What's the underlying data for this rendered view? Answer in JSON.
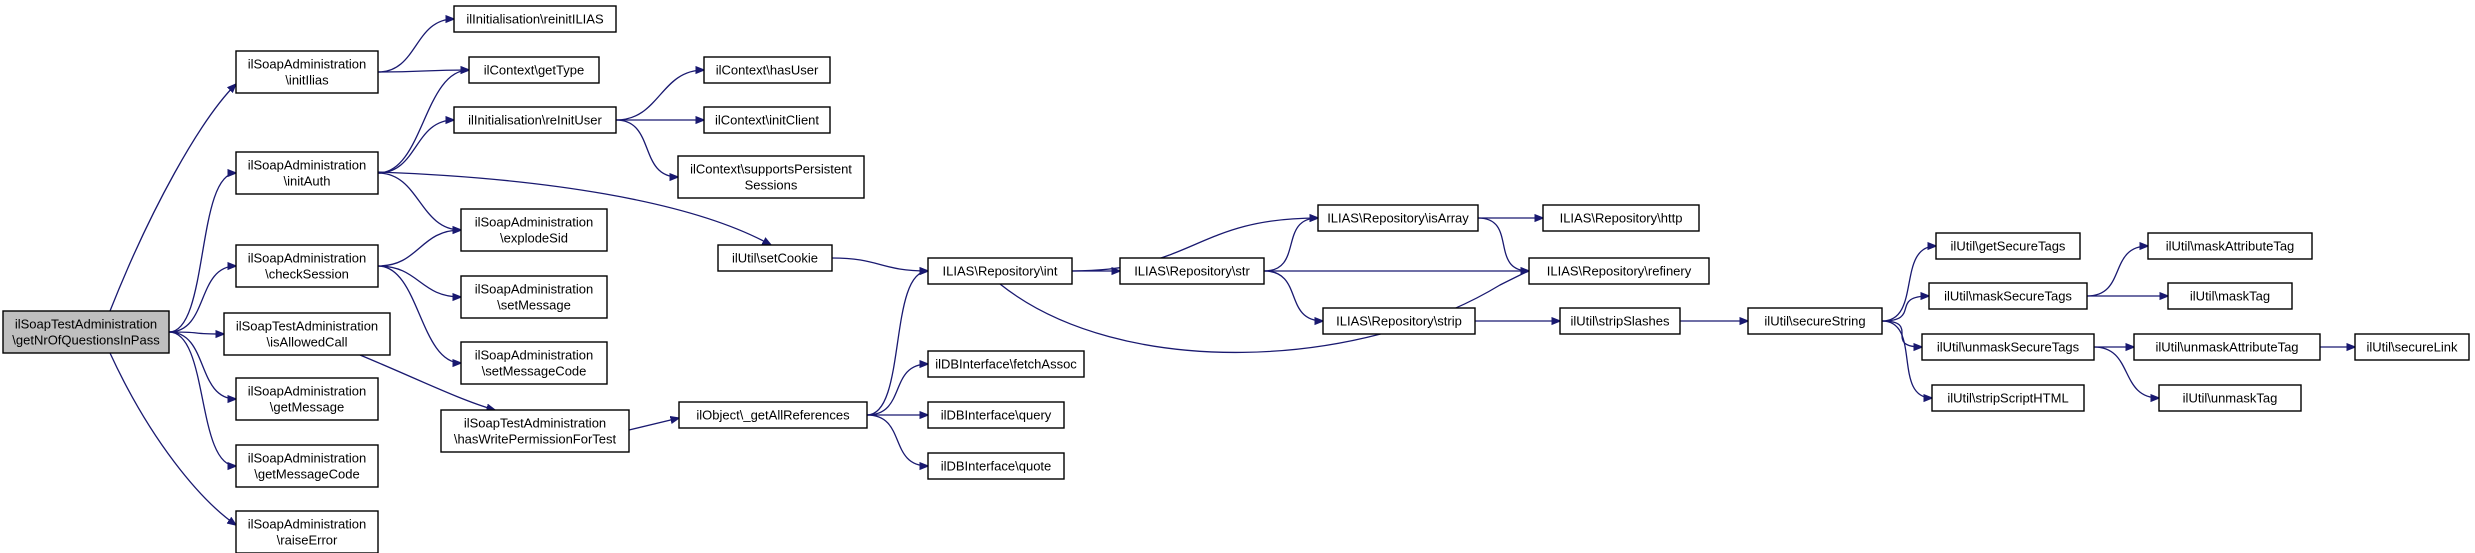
{
  "graph": {
    "nodes": [
      {
        "id": "root",
        "lines": [
          "ilSoapTestAdministration",
          "\\getNrOfQuestionsInPass"
        ],
        "root": true
      },
      {
        "id": "initIlias",
        "lines": [
          "ilSoapAdministration",
          "\\initIlias"
        ]
      },
      {
        "id": "initAuth",
        "lines": [
          "ilSoapAdministration",
          "\\initAuth"
        ]
      },
      {
        "id": "checkSession",
        "lines": [
          "ilSoapAdministration",
          "\\checkSession"
        ]
      },
      {
        "id": "isAllowedCall",
        "lines": [
          "ilSoapTestAdministration",
          "\\isAllowedCall"
        ]
      },
      {
        "id": "getMessage",
        "lines": [
          "ilSoapAdministration",
          "\\getMessage"
        ]
      },
      {
        "id": "getMessageCode",
        "lines": [
          "ilSoapAdministration",
          "\\getMessageCode"
        ]
      },
      {
        "id": "raiseError",
        "lines": [
          "ilSoapAdministration",
          "\\raiseError"
        ]
      },
      {
        "id": "reinitILIAS",
        "lines": [
          "ilInitialisation\\reinitILIAS"
        ]
      },
      {
        "id": "getType",
        "lines": [
          "ilContext\\getType"
        ]
      },
      {
        "id": "reInitUser",
        "lines": [
          "ilInitialisation\\reInitUser"
        ]
      },
      {
        "id": "explodeSid",
        "lines": [
          "ilSoapAdministration",
          "\\explodeSid"
        ]
      },
      {
        "id": "setMessage",
        "lines": [
          "ilSoapAdministration",
          "\\setMessage"
        ]
      },
      {
        "id": "setMessageCode",
        "lines": [
          "ilSoapAdministration",
          "\\setMessageCode"
        ]
      },
      {
        "id": "hasWritePermission",
        "lines": [
          "ilSoapTestAdministration",
          "\\hasWritePermissionForTest"
        ]
      },
      {
        "id": "hasUser",
        "lines": [
          "ilContext\\hasUser"
        ]
      },
      {
        "id": "initClient",
        "lines": [
          "ilContext\\initClient"
        ]
      },
      {
        "id": "supportsPersistent",
        "lines": [
          "ilContext\\supportsPersistent",
          "Sessions"
        ]
      },
      {
        "id": "setCookie",
        "lines": [
          "ilUtil\\setCookie"
        ]
      },
      {
        "id": "getAllReferences",
        "lines": [
          "ilObject\\_getAllReferences"
        ]
      },
      {
        "id": "repoInt",
        "lines": [
          "ILIAS\\Repository\\int"
        ]
      },
      {
        "id": "fetchAssoc",
        "lines": [
          "ilDBInterface\\fetchAssoc"
        ]
      },
      {
        "id": "query",
        "lines": [
          "ilDBInterface\\query"
        ]
      },
      {
        "id": "quote",
        "lines": [
          "ilDBInterface\\quote"
        ]
      },
      {
        "id": "isArray",
        "lines": [
          "ILIAS\\Repository\\isArray"
        ]
      },
      {
        "id": "repoStr",
        "lines": [
          "ILIAS\\Repository\\str"
        ]
      },
      {
        "id": "repoStrip",
        "lines": [
          "ILIAS\\Repository\\strip"
        ]
      },
      {
        "id": "http",
        "lines": [
          "ILIAS\\Repository\\http"
        ]
      },
      {
        "id": "refinery",
        "lines": [
          "ILIAS\\Repository\\refinery"
        ]
      },
      {
        "id": "stripSlashes",
        "lines": [
          "ilUtil\\stripSlashes"
        ]
      },
      {
        "id": "secureString",
        "lines": [
          "ilUtil\\secureString"
        ]
      },
      {
        "id": "getSecureTags",
        "lines": [
          "ilUtil\\getSecureTags"
        ]
      },
      {
        "id": "maskSecureTags",
        "lines": [
          "ilUtil\\maskSecureTags"
        ]
      },
      {
        "id": "unmaskSecureTags",
        "lines": [
          "ilUtil\\unmaskSecureTags"
        ]
      },
      {
        "id": "stripScriptHTML",
        "lines": [
          "ilUtil\\stripScriptHTML"
        ]
      },
      {
        "id": "maskAttributeTag",
        "lines": [
          "ilUtil\\maskAttributeTag"
        ]
      },
      {
        "id": "maskTag",
        "lines": [
          "ilUtil\\maskTag"
        ]
      },
      {
        "id": "unmaskAttributeTag",
        "lines": [
          "ilUtil\\unmaskAttributeTag"
        ]
      },
      {
        "id": "unmaskTag",
        "lines": [
          "ilUtil\\unmaskTag"
        ]
      },
      {
        "id": "secureLink",
        "lines": [
          "ilUtil\\secureLink"
        ]
      }
    ],
    "edges": [
      [
        "root",
        "initIlias"
      ],
      [
        "root",
        "initAuth"
      ],
      [
        "root",
        "checkSession"
      ],
      [
        "root",
        "isAllowedCall"
      ],
      [
        "root",
        "getMessage"
      ],
      [
        "root",
        "getMessageCode"
      ],
      [
        "root",
        "raiseError"
      ],
      [
        "initIlias",
        "reinitILIAS"
      ],
      [
        "initIlias",
        "getType"
      ],
      [
        "initAuth",
        "getType"
      ],
      [
        "initAuth",
        "reInitUser"
      ],
      [
        "initAuth",
        "explodeSid"
      ],
      [
        "initAuth",
        "setCookie"
      ],
      [
        "checkSession",
        "explodeSid"
      ],
      [
        "checkSession",
        "setMessage"
      ],
      [
        "checkSession",
        "setMessageCode"
      ],
      [
        "isAllowedCall",
        "hasWritePermission"
      ],
      [
        "reInitUser",
        "hasUser"
      ],
      [
        "reInitUser",
        "initClient"
      ],
      [
        "reInitUser",
        "supportsPersistent"
      ],
      [
        "setCookie",
        "repoInt"
      ],
      [
        "hasWritePermission",
        "getAllReferences"
      ],
      [
        "getAllReferences",
        "repoInt"
      ],
      [
        "getAllReferences",
        "fetchAssoc"
      ],
      [
        "getAllReferences",
        "query"
      ],
      [
        "getAllReferences",
        "quote"
      ],
      [
        "repoInt",
        "isArray"
      ],
      [
        "repoInt",
        "repoStr"
      ],
      [
        "repoInt",
        "refinery"
      ],
      [
        "repoStr",
        "isArray"
      ],
      [
        "repoStr",
        "refinery"
      ],
      [
        "repoStr",
        "repoStrip"
      ],
      [
        "isArray",
        "http"
      ],
      [
        "isArray",
        "refinery"
      ],
      [
        "repoStrip",
        "stripSlashes"
      ],
      [
        "stripSlashes",
        "secureString"
      ],
      [
        "secureString",
        "getSecureTags"
      ],
      [
        "secureString",
        "maskSecureTags"
      ],
      [
        "secureString",
        "unmaskSecureTags"
      ],
      [
        "secureString",
        "stripScriptHTML"
      ],
      [
        "maskSecureTags",
        "maskAttributeTag"
      ],
      [
        "maskSecureTags",
        "maskTag"
      ],
      [
        "unmaskSecureTags",
        "unmaskAttributeTag"
      ],
      [
        "unmaskSecureTags",
        "unmaskTag"
      ],
      [
        "unmaskAttributeTag",
        "secureLink"
      ]
    ],
    "colors": {
      "edge": "#191970",
      "node_border": "#000000",
      "node_fill": "#ffffff",
      "root_fill": "#bfbfbf"
    }
  }
}
